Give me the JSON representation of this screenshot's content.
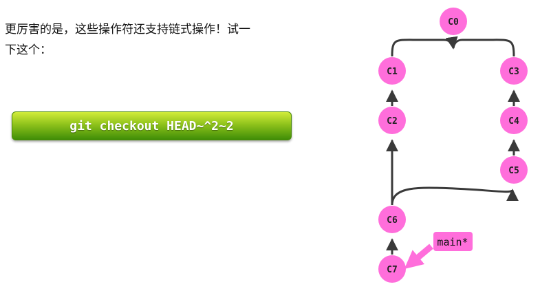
{
  "intro": {
    "line1": "更厉害的是，这些操作符还支持链式操作！试一",
    "line2": "下这个："
  },
  "command": "git checkout HEAD~^2~2",
  "graph": {
    "nodes": {
      "c0": "C0",
      "c1": "C1",
      "c2": "C2",
      "c3": "C3",
      "c4": "C4",
      "c5": "C5",
      "c6": "C6",
      "c7": "C7"
    },
    "branch": "main*",
    "colors": {
      "node": "#ff6edb",
      "edge": "#3a3a3a",
      "branch_bg": "#ff6edb"
    }
  }
}
